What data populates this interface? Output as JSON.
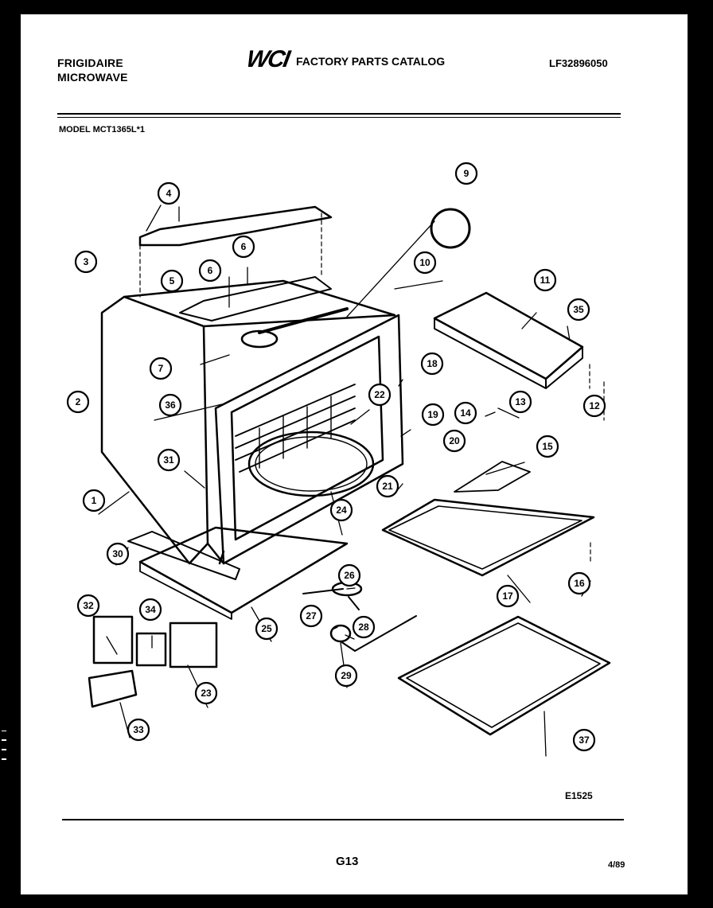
{
  "header": {
    "brand_line1": "FRIGIDAIRE",
    "brand_line2": "MICROWAVE",
    "logo": "WCI",
    "catalog_title": "FACTORY PARTS CATALOG",
    "catalog_number": "LF32896050",
    "model": "MODEL MCT1365L*1"
  },
  "callouts": [
    "1",
    "2",
    "3",
    "4",
    "5",
    "6",
    "6",
    "7",
    "9",
    "10",
    "11",
    "12",
    "13",
    "14",
    "15",
    "16",
    "17",
    "18",
    "19",
    "20",
    "21",
    "22",
    "23",
    "24",
    "25",
    "26",
    "27",
    "28",
    "29",
    "30",
    "31",
    "32",
    "33",
    "34",
    "35",
    "36",
    "37"
  ],
  "footer": {
    "figure_code": "E1525",
    "page": "G13",
    "date": "4/89"
  }
}
